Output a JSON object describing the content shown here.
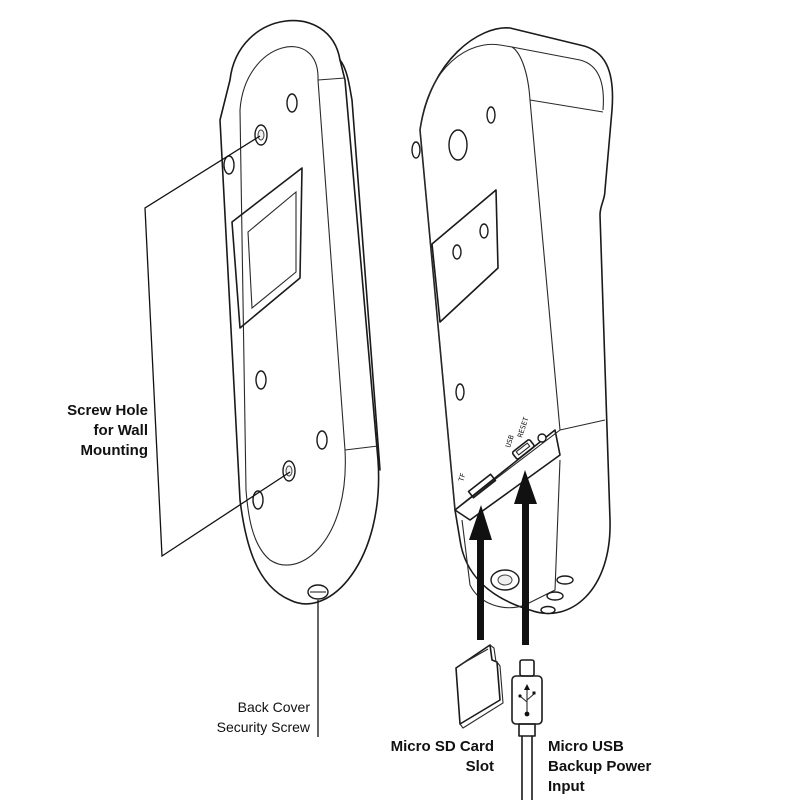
{
  "callouts": {
    "screw_hole": [
      "Screw Hole",
      "for Wall",
      "Mounting"
    ],
    "back_cover": [
      "Back Cover",
      "Security Screw"
    ],
    "micro_sd": [
      "Micro SD Card",
      "Slot"
    ],
    "micro_usb": [
      "Micro USB",
      "Backup Power",
      "Input"
    ]
  },
  "port_labels": {
    "tf": "TF",
    "usb": "USB",
    "reset": "RESET"
  },
  "colors": {
    "line": "#1a1a1a",
    "background": "#ffffff"
  }
}
